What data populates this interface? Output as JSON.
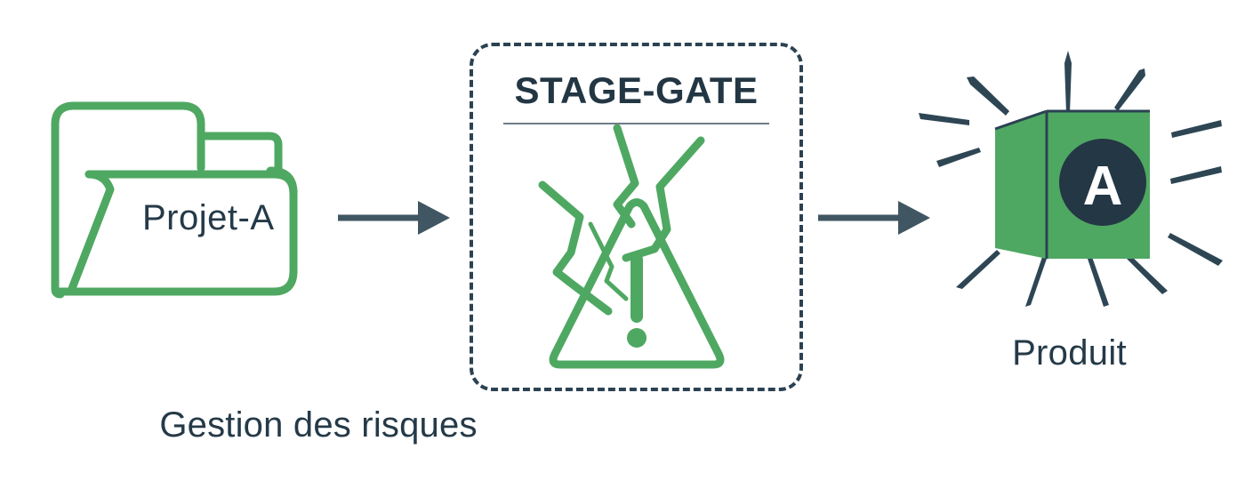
{
  "diagram": {
    "title": "Stage-Gate risk management process flow",
    "background_color": "#FFFFFF",
    "accent_green": "#4FA862",
    "accent_dark": "#253A48",
    "arrow_color": "#405663",
    "badge_color": "#243745"
  },
  "nodes": {
    "project": {
      "label": "Projet-A",
      "icon": "folder-icon",
      "icon_color": "#4FA862"
    },
    "risk": {
      "panel_title": "STAGE-GATE",
      "caption": "Gestion des risques",
      "icon": "cracked-warning-triangle-icon",
      "icon_color": "#4FA862",
      "border_style": "dashed"
    },
    "product": {
      "label": "Produit",
      "badge_letter": "A",
      "icon": "product-cube-icon",
      "icon_color": "#4FA862",
      "sparkle_rays": 12
    }
  },
  "connectors": [
    {
      "name": "arrow-project-to-risk",
      "from": "project",
      "to": "risk",
      "direction": "right"
    },
    {
      "name": "arrow-risk-to-product",
      "from": "risk",
      "to": "product",
      "direction": "right"
    }
  ]
}
